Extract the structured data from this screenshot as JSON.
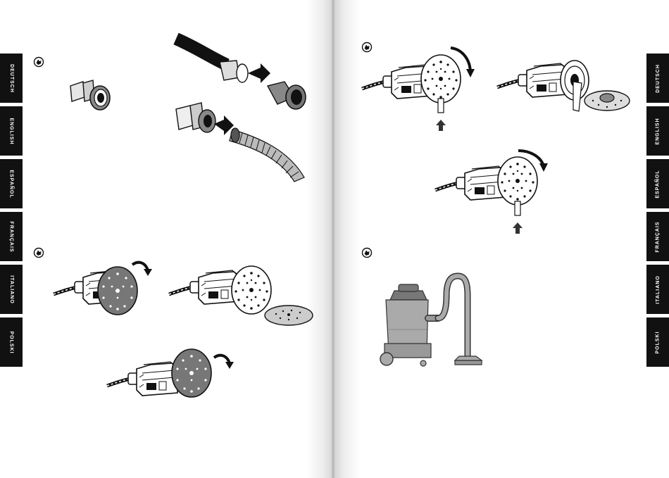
{
  "language_tabs": [
    "DEUTSCH",
    "ENGLISH",
    "ESPAÑOL",
    "FRANÇAIS",
    "ITALIANO",
    "POLSKI"
  ],
  "step_icon": "hand-pointing-icon",
  "illustrations": {
    "hose_adapter": "hose-adapter",
    "hose_connection": "hose-connection",
    "pad_mounting": "sanding-pad-mounting",
    "pad_removal": "backing-pad-removal",
    "vacuum": "vacuum-cleaner"
  },
  "colors": {
    "ink": "#111111",
    "tab_bg": "#111111",
    "tab_text": "#ffffff",
    "vacuum_body": "#aaaaaa",
    "vacuum_lid": "#777777"
  }
}
